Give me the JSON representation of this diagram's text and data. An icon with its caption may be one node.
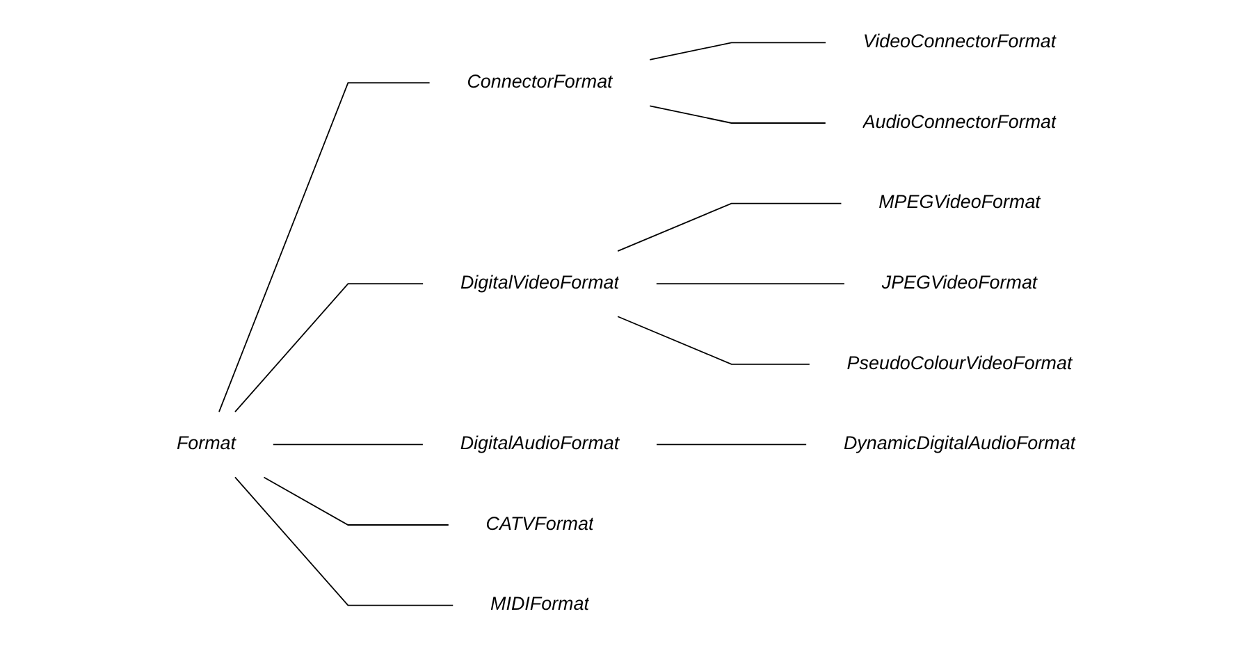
{
  "diagram": {
    "nodes": [
      {
        "text": [
          "Format"
        ]
      },
      {
        "text": [
          "ConnectorFormat"
        ]
      },
      {
        "text": [
          "DigitalVideoFormat"
        ]
      },
      {
        "text": [
          "DigitalAudioFormat"
        ]
      },
      {
        "text": [
          "CATVFormat"
        ]
      },
      {
        "text": [
          "MIDIFormat"
        ]
      },
      {
        "text": [
          "VideoConnectorFormat"
        ]
      },
      {
        "text": [
          "AudioConnectorFormat"
        ]
      },
      {
        "text": [
          "MPEGVideoFormat"
        ]
      },
      {
        "text": [
          "JPEGVideoFormat"
        ]
      },
      {
        "text": [
          "PseudoColourVideoFormat"
        ]
      },
      {
        "text": [
          "DynamicDigitalAudioFormat"
        ]
      }
    ],
    "edges": [
      {
        "from": 0,
        "to": 1,
        "arrow": "none"
      },
      {
        "from": 0,
        "to": 2,
        "arrow": "none"
      },
      {
        "from": 0,
        "to": 3,
        "arrow": "none"
      },
      {
        "from": 0,
        "to": 4,
        "arrow": "none"
      },
      {
        "from": 0,
        "to": 5,
        "arrow": "none"
      },
      {
        "from": 1,
        "to": 6,
        "arrow": "none"
      },
      {
        "from": 1,
        "to": 7,
        "arrow": "none"
      },
      {
        "from": 2,
        "to": 8,
        "arrow": "none"
      },
      {
        "from": 2,
        "to": 9,
        "arrow": "none"
      },
      {
        "from": 2,
        "to": 10,
        "arrow": "none"
      },
      {
        "from": 3,
        "to": 11,
        "arrow": "none"
      }
    ]
  }
}
